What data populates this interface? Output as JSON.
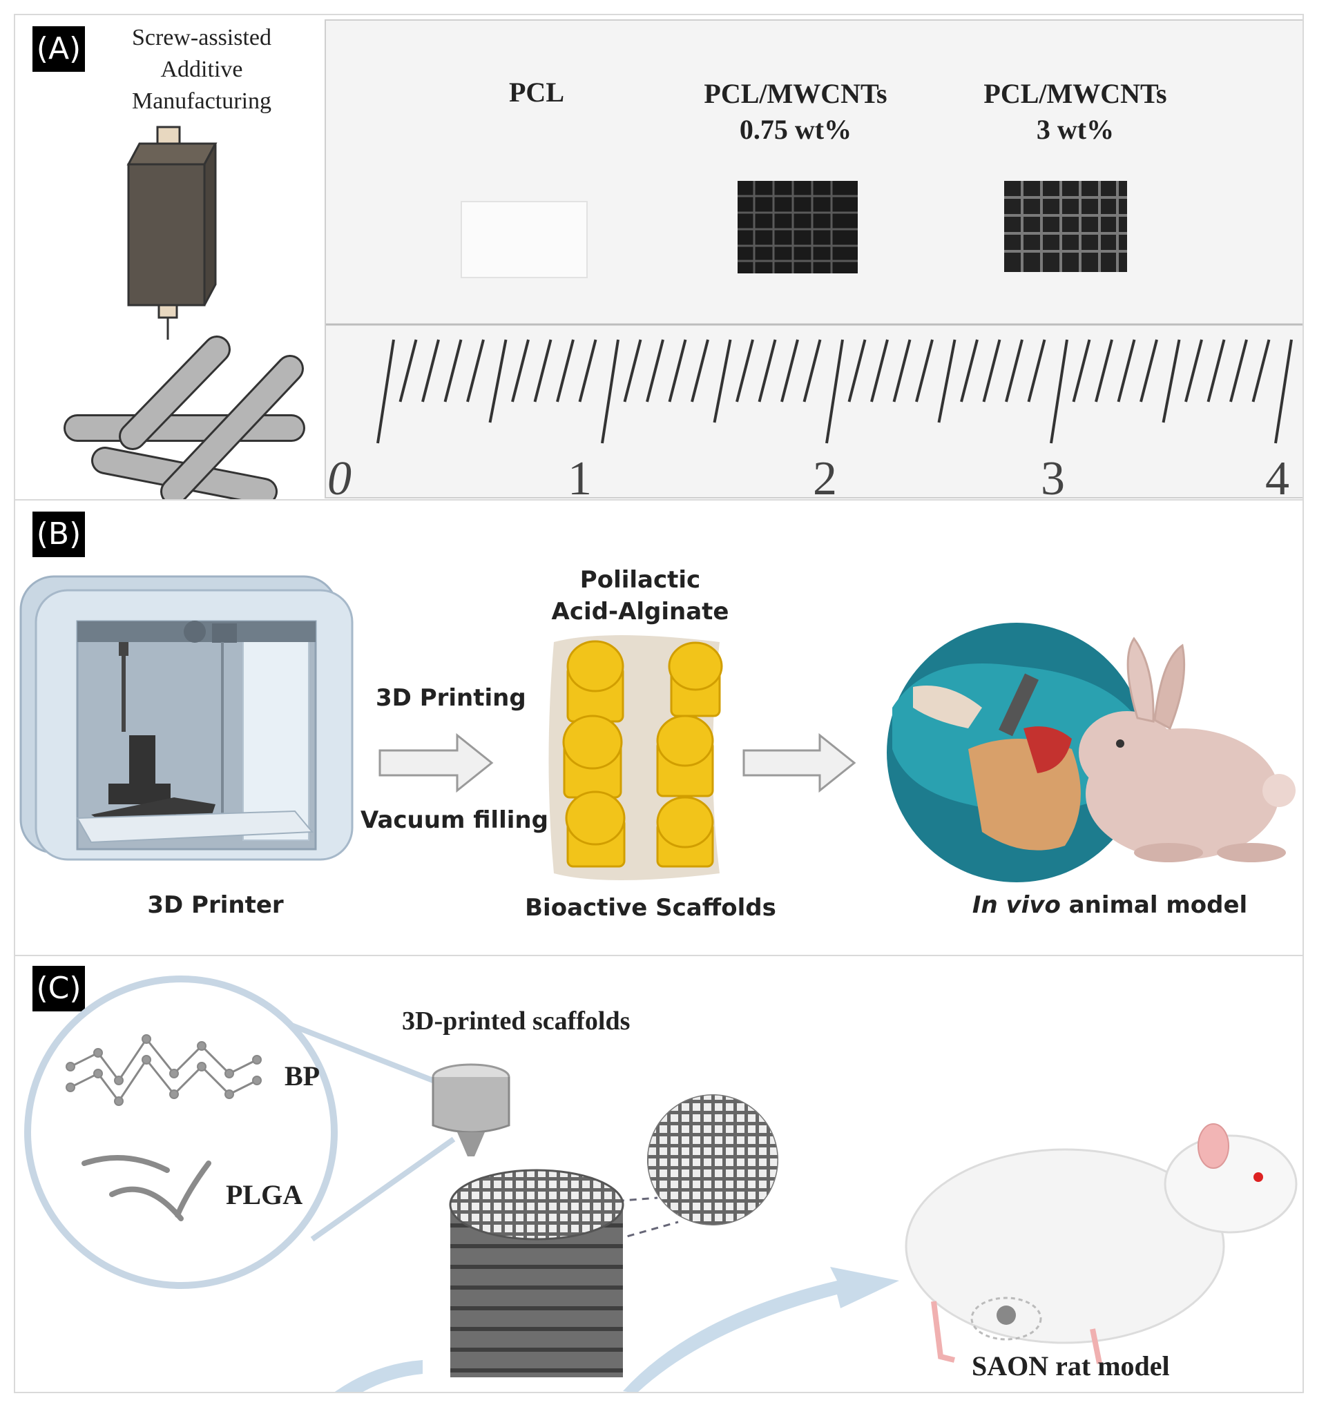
{
  "panel_a": {
    "badge": "(A)",
    "method_title_lines": [
      "Screw-assisted",
      "Additive",
      "Manufacturing"
    ],
    "sample_labels": [
      {
        "line1": "PCL",
        "line2": ""
      },
      {
        "line1": "PCL/MWCNTs",
        "line2": "0.75 wt%"
      },
      {
        "line1": "PCL/MWCNTs",
        "line2": "3 wt%"
      }
    ],
    "ruler_numbers": [
      "0",
      "1",
      "2",
      "3",
      "4"
    ]
  },
  "panel_b": {
    "badge": "(B)",
    "material_label_lines": [
      "Polilactic",
      "Acid-Alginate"
    ],
    "process_above": "3D Printing",
    "process_below": "Vacuum filling",
    "printer_caption": "3D Printer",
    "scaffold_caption": "Bioactive Scaffolds",
    "model_caption_italic": "In vivo",
    "model_caption_rest": " animal model"
  },
  "panel_c": {
    "badge": "(C)",
    "title": "3D-printed scaffolds",
    "component_1": "BP",
    "component_2": "PLGA",
    "model_caption": "SAON rat model"
  },
  "colors": {
    "scaffold_yellow": "#f2c41a",
    "printer_blue": "#c9d7e3",
    "rabbit_pink": "#e2c6bf",
    "scaffold_gray": "#6e6e6e"
  }
}
